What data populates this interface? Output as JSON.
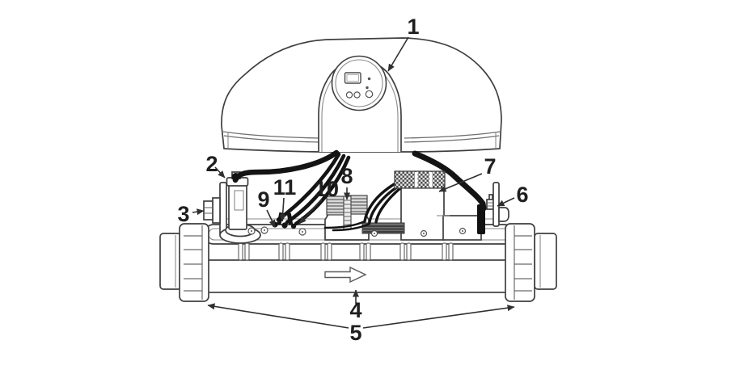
{
  "diagram": {
    "type": "exploded-parts-diagram",
    "callouts": [
      {
        "number": "1"
      },
      {
        "number": "2"
      },
      {
        "number": "3"
      },
      {
        "number": "4"
      },
      {
        "number": "5"
      },
      {
        "number": "6"
      },
      {
        "number": "7"
      },
      {
        "number": "8"
      },
      {
        "number": "9"
      },
      {
        "number": "10"
      },
      {
        "number": "11"
      }
    ],
    "icons": {
      "flow_arrow": "flow-direction-right-icon"
    },
    "colors": {
      "background": "#ffffff",
      "line": "#3f3f3f",
      "cable": "#141414",
      "label": "#1f1f1f",
      "fin_fill": "#d8d8d8",
      "hatch_dark": "#4e4e4e",
      "stripe_fill": "#6e6e6e"
    }
  }
}
